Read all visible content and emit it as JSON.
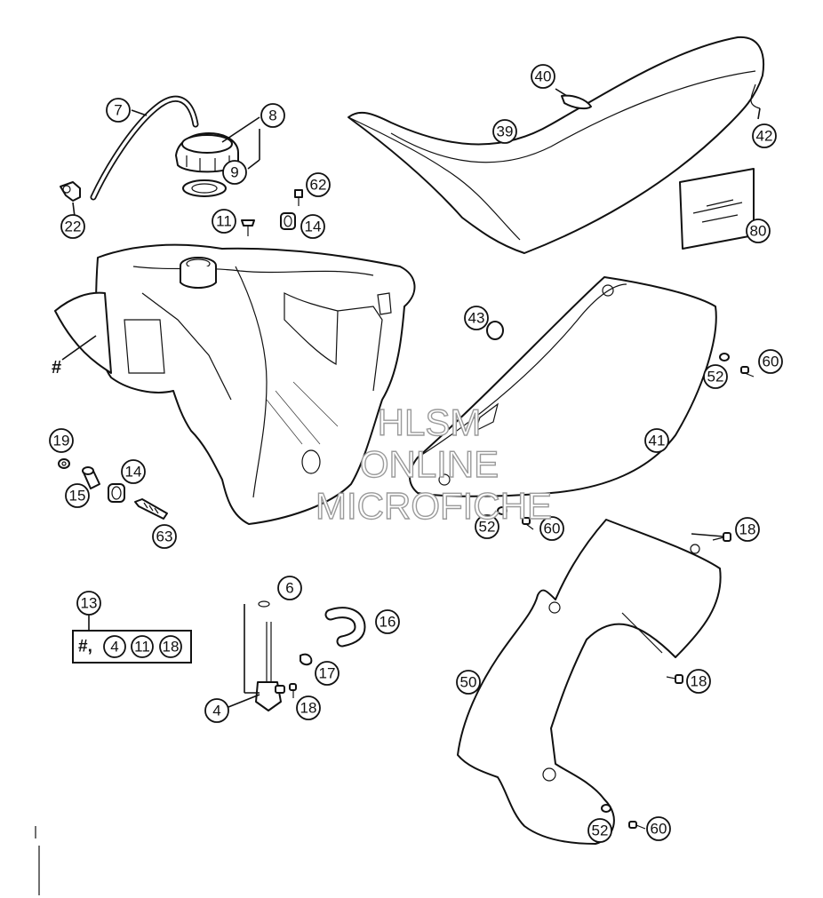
{
  "callouts": [
    {
      "id": "c7",
      "label": "7"
    },
    {
      "id": "c8",
      "label": "8"
    },
    {
      "id": "c9",
      "label": "9"
    },
    {
      "id": "c22",
      "label": "22"
    },
    {
      "id": "c62",
      "label": "62"
    },
    {
      "id": "c11",
      "label": "11"
    },
    {
      "id": "c14a",
      "label": "14"
    },
    {
      "id": "c40",
      "label": "40"
    },
    {
      "id": "c39",
      "label": "39"
    },
    {
      "id": "c42",
      "label": "42"
    },
    {
      "id": "c80",
      "label": "80"
    },
    {
      "id": "c43",
      "label": "43"
    },
    {
      "id": "c52a",
      "label": "52"
    },
    {
      "id": "c60a",
      "label": "60"
    },
    {
      "id": "c41",
      "label": "41"
    },
    {
      "id": "c19",
      "label": "19"
    },
    {
      "id": "c14b",
      "label": "14"
    },
    {
      "id": "c15",
      "label": "15"
    },
    {
      "id": "c63",
      "label": "63"
    },
    {
      "id": "c52b",
      "label": "52"
    },
    {
      "id": "c60b",
      "label": "60"
    },
    {
      "id": "c18a",
      "label": "18"
    },
    {
      "id": "c13",
      "label": "13"
    },
    {
      "id": "c6",
      "label": "6"
    },
    {
      "id": "c16",
      "label": "16"
    },
    {
      "id": "c17",
      "label": "17"
    },
    {
      "id": "c4",
      "label": "4"
    },
    {
      "id": "c18b",
      "label": "18"
    },
    {
      "id": "c50",
      "label": "50"
    },
    {
      "id": "c18c",
      "label": "18"
    },
    {
      "id": "c52c",
      "label": "52"
    },
    {
      "id": "c60c",
      "label": "60"
    }
  ],
  "tank_marker": "#",
  "kit": {
    "prefix": "#,",
    "items": [
      "4",
      "11",
      "18"
    ]
  },
  "watermark": [
    "HLSM",
    "ONLINE",
    "MICROFICHE"
  ]
}
